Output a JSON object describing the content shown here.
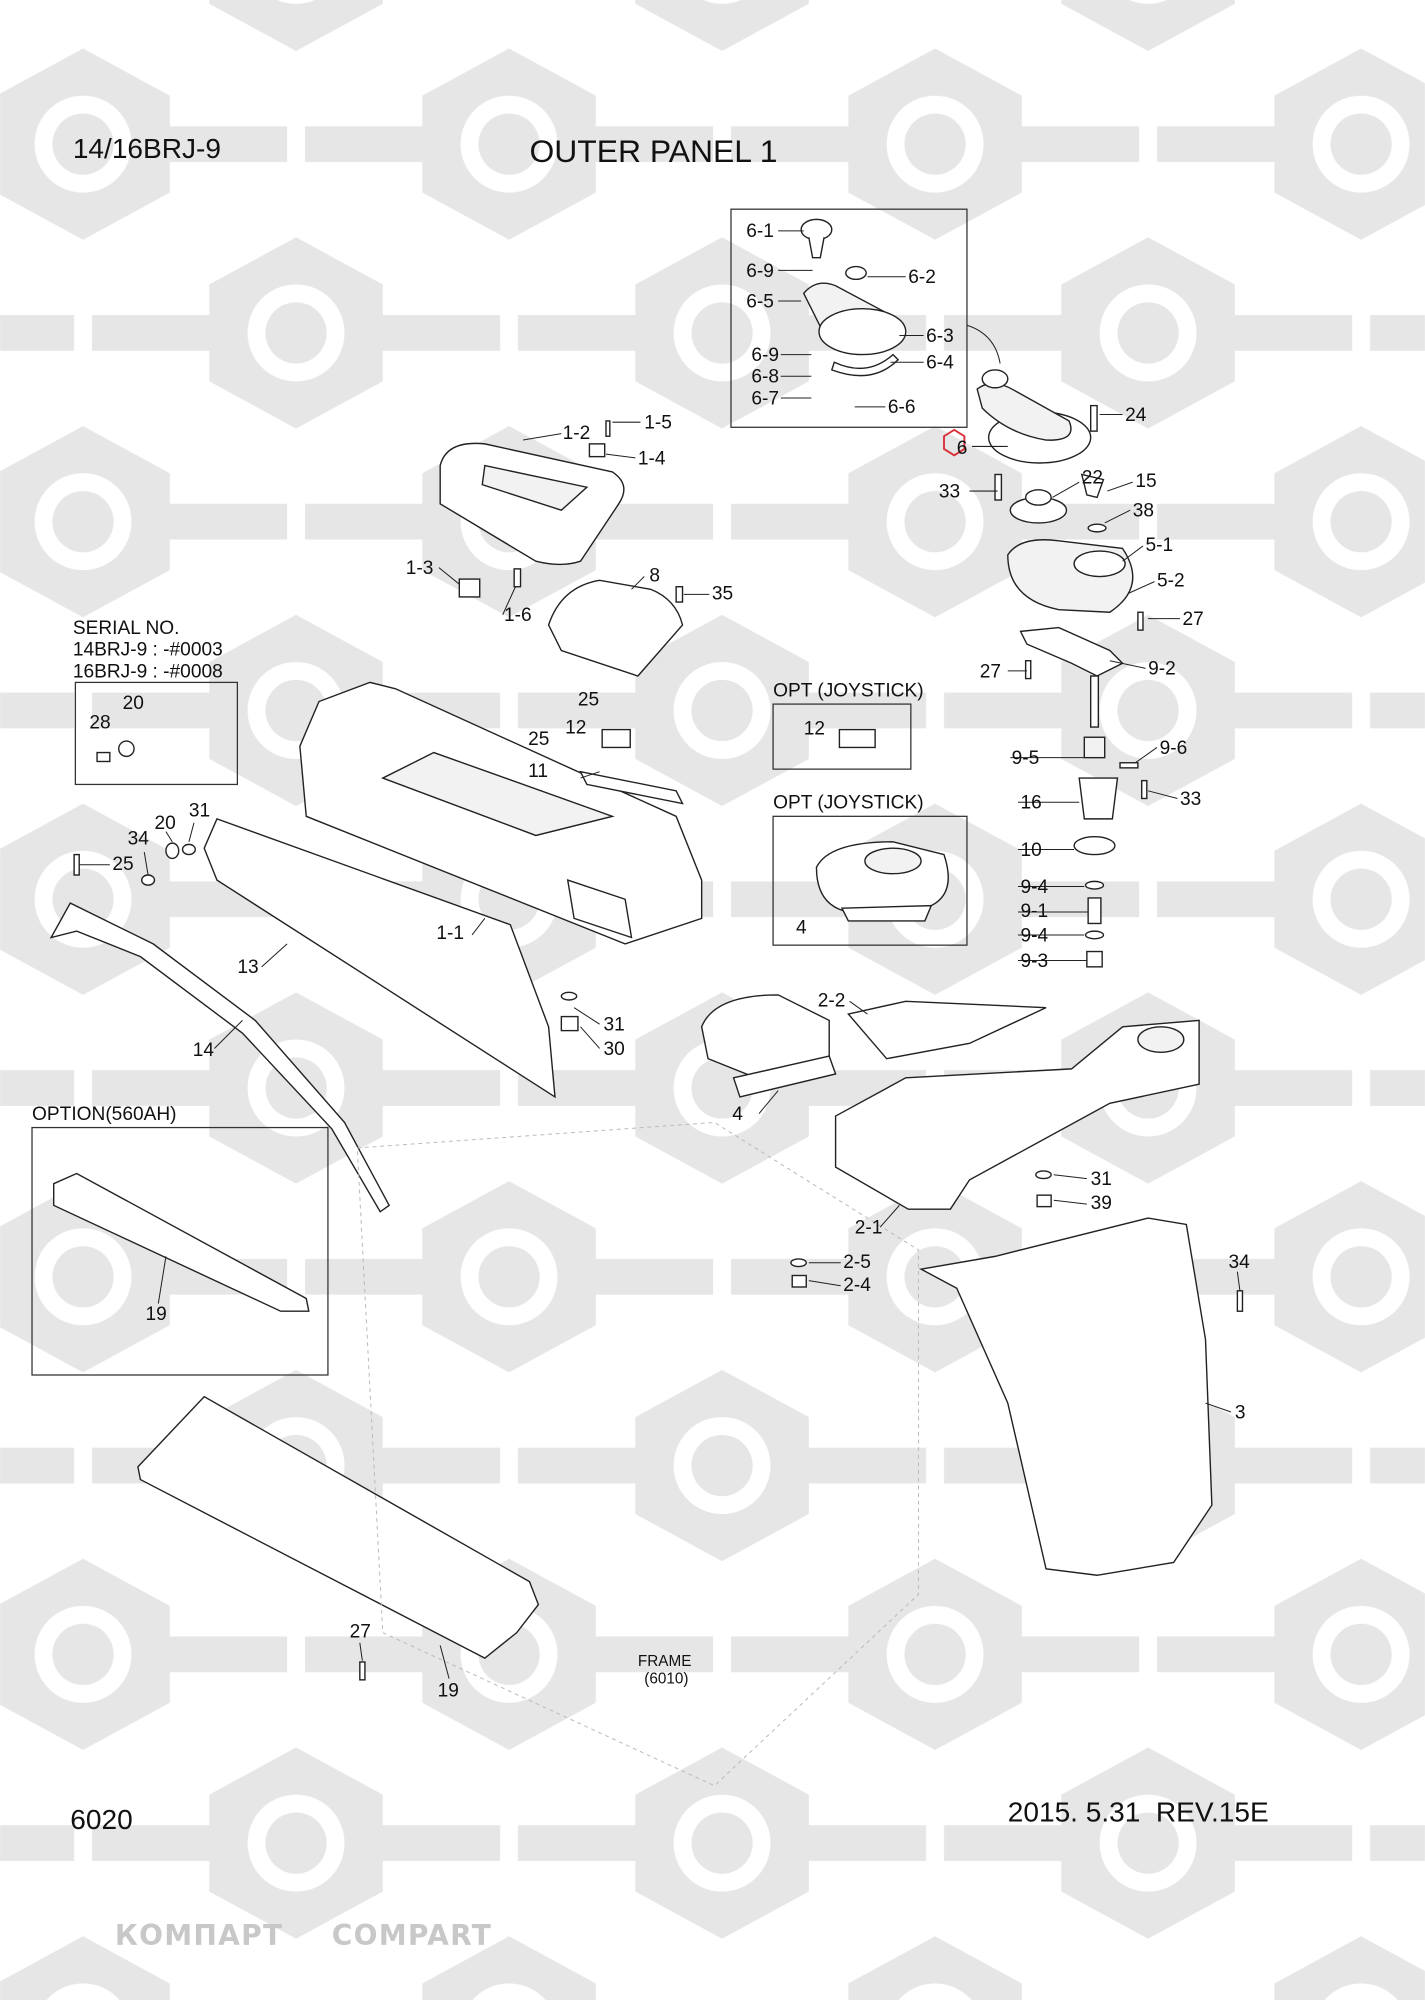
{
  "header": {
    "model": "14/16BRJ-9",
    "title": "OUTER PANEL 1"
  },
  "footer": {
    "page": "6020",
    "revision": "2015. 5.31  REV.15E"
  },
  "watermark": {
    "left_text": "КОМПАРТ",
    "right_text": "COMPART"
  },
  "colors": {
    "highlight": "#d9303a",
    "watermark": "#e4e4e4",
    "line": "#222222"
  },
  "serial_note": {
    "title": "SERIAL NO.",
    "line1": "14BRJ-9 : -#0003",
    "line2": "16BRJ-9 : -#0008"
  },
  "sections": {
    "opt_joystick_1": "OPT (JOYSTICK)",
    "opt_joystick_2": "OPT (JOYSTICK)",
    "option": "OPTION(560AH)",
    "frame": "FRAME",
    "frame_ref": "(6010)"
  },
  "callouts": [
    "6-1",
    "6-9",
    "6-2",
    "6-5",
    "6-3",
    "6-9",
    "6-4",
    "6-8",
    "6-7",
    "6-6",
    "6",
    "24",
    "1-5",
    "1-2",
    "1-4",
    "33",
    "22",
    "15",
    "38",
    "5-1",
    "5-2",
    "1-3",
    "8",
    "35",
    "1-6",
    "27",
    "27",
    "9-2",
    "12",
    "25",
    "12",
    "25",
    "20",
    "28",
    "11",
    "9-5",
    "9-6",
    "16",
    "33",
    "31",
    "20",
    "34",
    "25",
    "10",
    "4",
    "9-4",
    "9-1",
    "9-4",
    "9-3",
    "1-1",
    "13",
    "2-2",
    "31",
    "30",
    "14",
    "4",
    "31",
    "39",
    "2-1",
    "2-5",
    "2-4",
    "34",
    "3",
    "19",
    "27",
    "19"
  ]
}
